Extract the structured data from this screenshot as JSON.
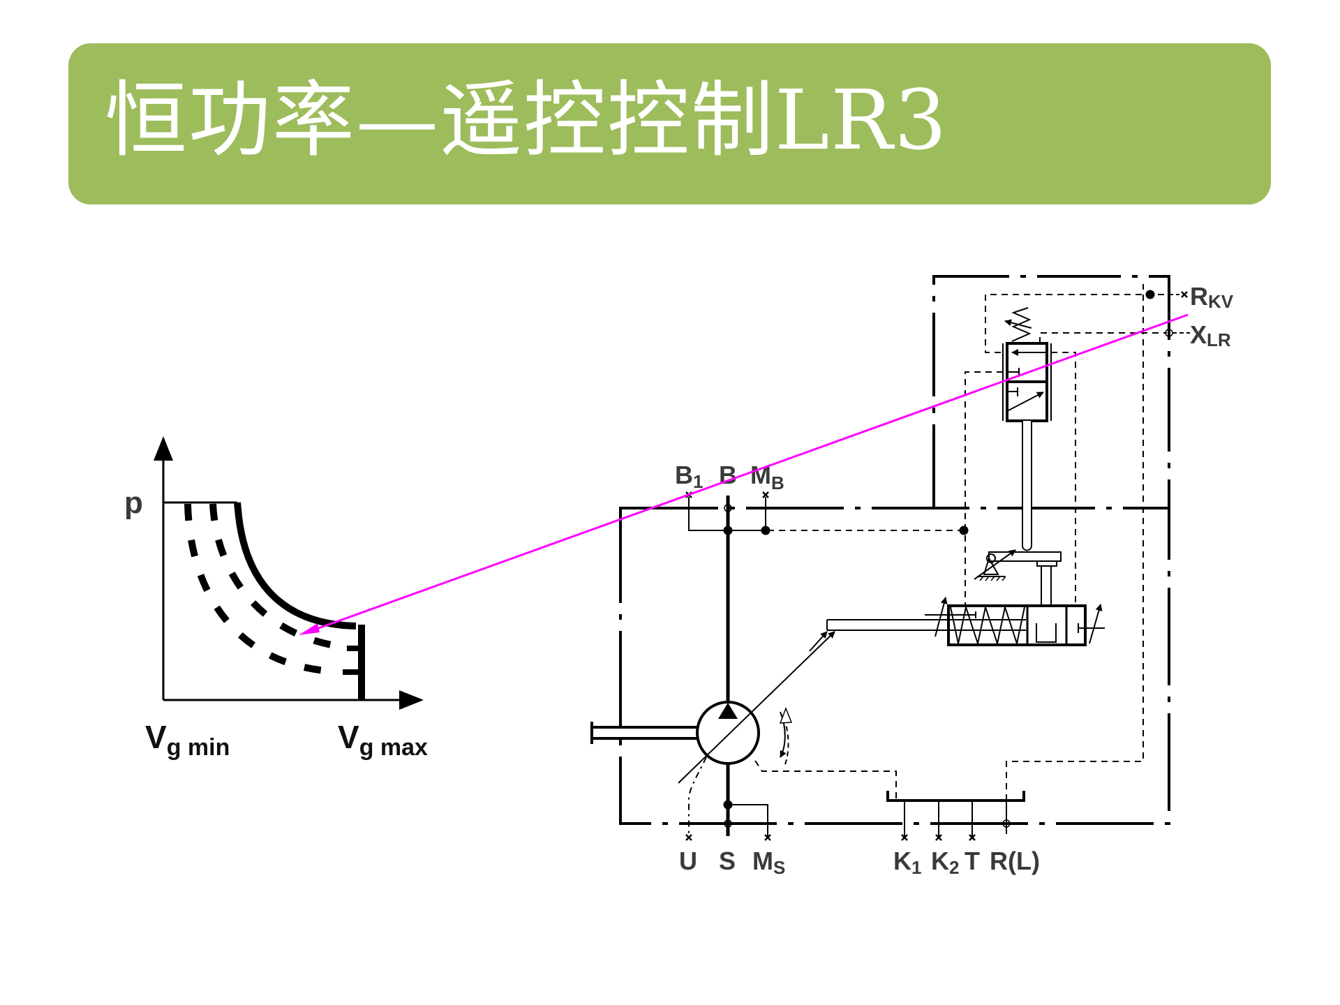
{
  "slide": {
    "title": "恒功率—遥控控制LR3",
    "header_color": "#9dbc5c",
    "annotation_color": "#ff00ff"
  },
  "graph": {
    "y_axis_label": "p",
    "x_min_label_main": "V",
    "x_min_label_sub": "g min",
    "x_max_label_main": "V",
    "x_max_label_sub": "g max",
    "curves": [
      "constant-power hyperbola (solid)",
      "reduced setting (dashed)",
      "reduced setting (dashed)"
    ]
  },
  "ports": {
    "B1": {
      "main": "B",
      "sub": "1"
    },
    "B": {
      "main": "B",
      "sub": ""
    },
    "MB": {
      "main": "M",
      "sub": "B"
    },
    "RKV": {
      "main": "R",
      "sub": "KV"
    },
    "XLR": {
      "main": "X",
      "sub": "LR"
    },
    "U": {
      "main": "U",
      "sub": ""
    },
    "S": {
      "main": "S",
      "sub": ""
    },
    "MS": {
      "main": "M",
      "sub": "S"
    },
    "K1": {
      "main": "K",
      "sub": "1"
    },
    "K2": {
      "main": "K",
      "sub": "2"
    },
    "T": {
      "main": "T",
      "sub": ""
    },
    "RL": {
      "main": "R(L)",
      "sub": ""
    }
  }
}
